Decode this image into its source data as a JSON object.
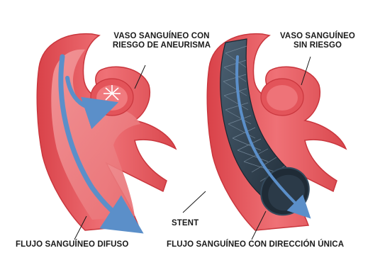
{
  "labels": {
    "risk_vessel_line1": "VASO SANGUÍNEO CON",
    "risk_vessel_line2": "RIESGO DE ANEURISMA",
    "safe_vessel_line1": "VASO SANGUÍNEO",
    "safe_vessel_line2": "SIN RIESGO",
    "stent": "STENT",
    "diffuse_flow": "FLUJO SANGUÍNEO DIFUSO",
    "directed_flow": "FLUJO SANGUÍNEO CON DIRECCIÓN ÚNICA"
  },
  "colors": {
    "vessel_outer": "#e8585c",
    "vessel_inner": "#f08a8c",
    "vessel_lumen": "#f5a8a9",
    "vessel_dark": "#c9363d",
    "flow_arrow": "#5b8fc9",
    "stent_body": "#2d3e4d",
    "stent_mesh": "#6f8496"
  }
}
